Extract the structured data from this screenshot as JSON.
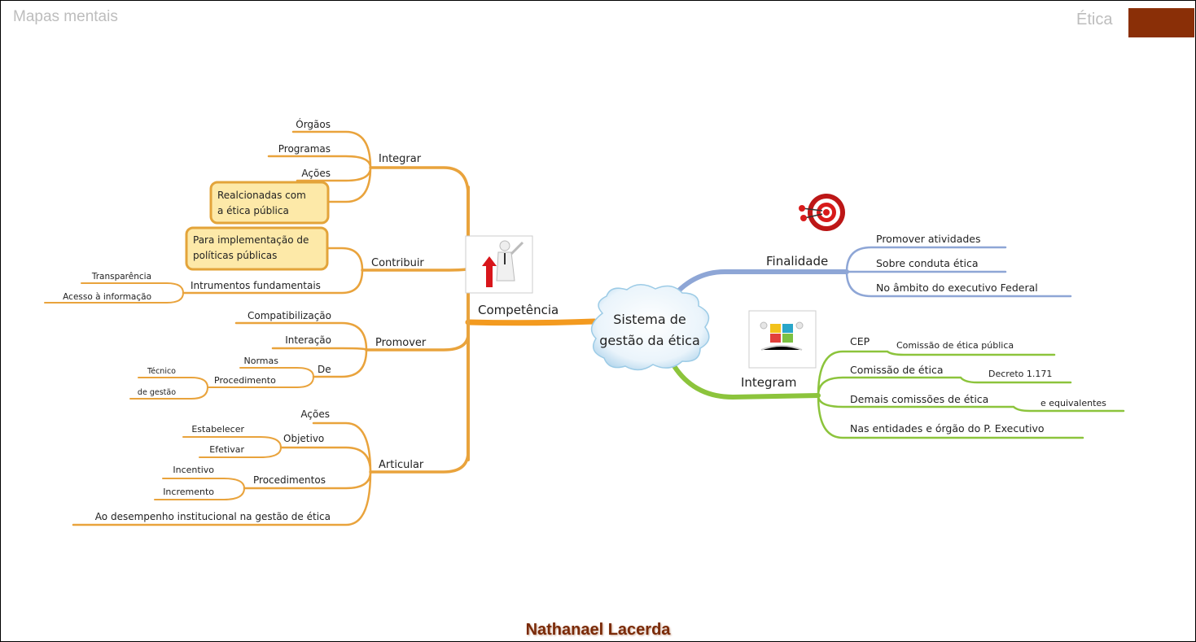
{
  "header": {
    "left_title": "Mapas mentais",
    "right_title": "Ética",
    "accent_color": "#8a2f07"
  },
  "footer": {
    "author": "Nathanael Lacerda"
  },
  "center": {
    "line1": "Sistema de",
    "line2": "gestão da ética"
  },
  "colors": {
    "competencia": "#e9a33c",
    "finalidade": "#8ea6d6",
    "integram": "#8cc43c",
    "box_fill": "#fde9a8"
  },
  "competencia": {
    "label": "Competência",
    "icon": "businessman-up-arrow-icon",
    "integrar": {
      "label": "Integrar",
      "items": [
        "Órgãos",
        "Programas",
        "Ações"
      ],
      "box": [
        "Realcionadas com",
        "a ética pública"
      ]
    },
    "contribuir": {
      "label": "Contribuir",
      "box": [
        "Para implementação de",
        "políticas públicas"
      ],
      "instrumentos": {
        "label": "Intrumentos fundamentais",
        "items": [
          "Transparência",
          "Acesso à informação"
        ]
      }
    },
    "promover": {
      "label": "Promover",
      "items": [
        "Compatibilização",
        "Interação"
      ],
      "de": {
        "label": "De",
        "normas": "Normas",
        "procedimento": {
          "label": "Procedimento",
          "items": [
            "Técnico",
            "de gestão"
          ]
        }
      }
    },
    "articular": {
      "label": "Articular",
      "acoes": "Ações",
      "objetivo": {
        "label": "Objetivo",
        "items": [
          "Estabelecer",
          "Efetivar"
        ]
      },
      "procedimentos": {
        "label": "Procedimentos",
        "items": [
          "Incentivo",
          "Incremento"
        ]
      },
      "desempenho": "Ao desempenho institucional na gestão de ética"
    }
  },
  "finalidade": {
    "label": "Finalidade",
    "icon": "target-dart-icon",
    "items": [
      "Promover atividades",
      "Sobre conduta ética",
      "No âmbito do executivo Federal"
    ]
  },
  "integram": {
    "label": "Integram",
    "icon": "puzzle-team-icon",
    "items": [
      {
        "label": "CEP",
        "sub": "Comissão de ética pública"
      },
      {
        "label": "Comissão de ética",
        "sub": "Decreto 1.171"
      },
      {
        "label": "Demais comissões de ética",
        "sub": "e equivalentes"
      },
      {
        "label": "Nas entidades e órgão do P. Executivo",
        "sub": null
      }
    ]
  }
}
